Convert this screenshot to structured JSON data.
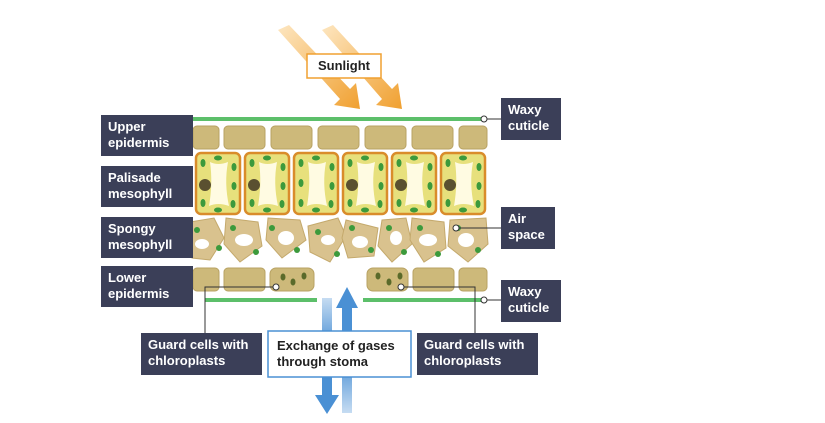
{
  "diagram": {
    "labels": {
      "sunlight": "Sunlight",
      "upper_epidermis": "Upper\nepidermis",
      "palisade": "Palisade\nmesophyll",
      "spongy": "Spongy\nmesophyll",
      "lower_epidermis": "Lower\nepidermis",
      "waxy_cuticle_top": "Waxy\ncuticle",
      "air_space": "Air\nspace",
      "waxy_cuticle_bottom": "Waxy\ncuticle",
      "guard_cells_left": "Guard cells with\nchloroplasts",
      "guard_cells_right": "Guard cells with\nchloroplasts",
      "gas_exchange": "Exchange of gases\nthrough stoma"
    },
    "colors": {
      "label_bg": "#3b3f58",
      "cuticle": "#5cbf6a",
      "epidermis": "#cdb97a",
      "palisade_border": "#d98c2b",
      "chloroplast": "#3c9a3c",
      "nucleus": "#5a5030",
      "spongy_cell": "#d9c28e",
      "sunlight_arrow": "#f0a030",
      "gas_arrow": "#4a90d4",
      "gas_box_border": "#4a90d4"
    }
  }
}
